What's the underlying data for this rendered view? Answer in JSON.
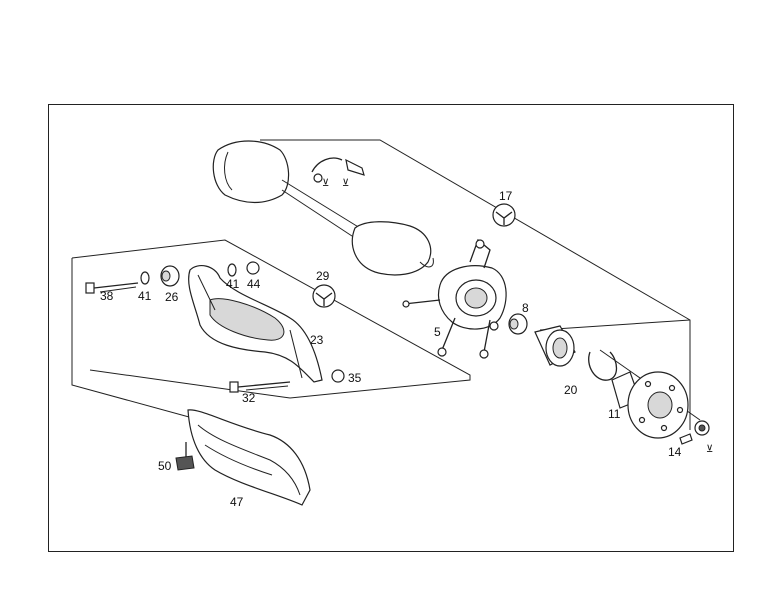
{
  "diagram": {
    "labels": {
      "p5": "5",
      "p8": "8",
      "p11": "11",
      "p14": "14",
      "p17": "17",
      "p20": "20",
      "p23": "23",
      "p26": "26",
      "p29": "29",
      "p32": "32",
      "p35": "35",
      "p38": "38",
      "p41a": "41",
      "p41b": "41",
      "p44": "44",
      "p47": "47",
      "p50": "50"
    }
  }
}
